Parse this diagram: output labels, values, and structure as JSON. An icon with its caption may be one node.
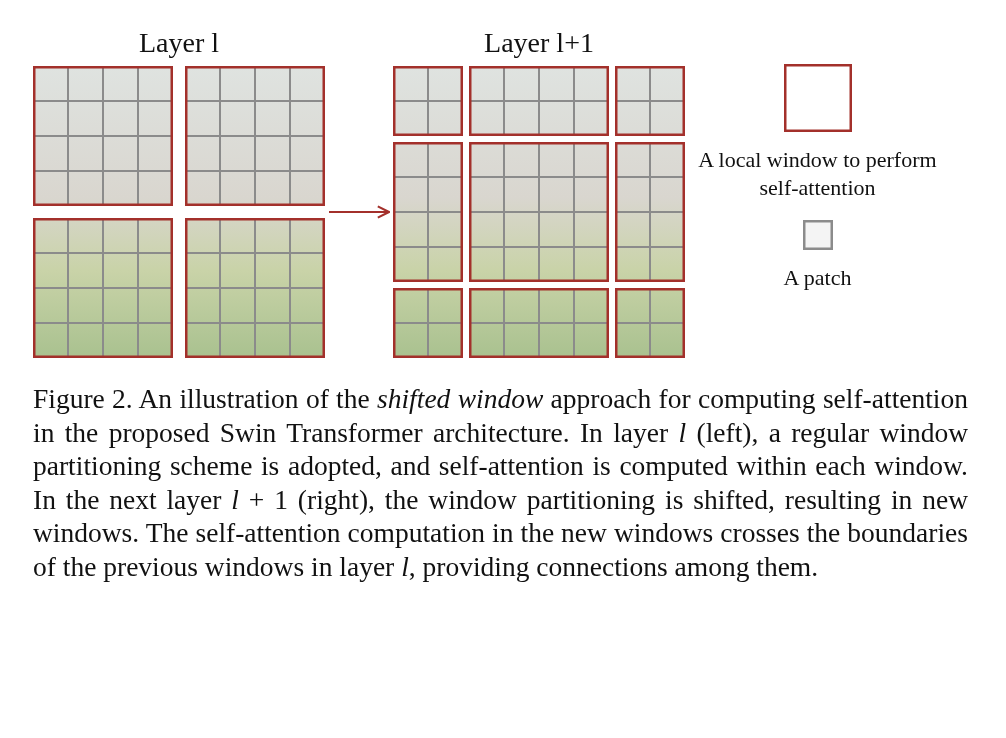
{
  "diagram": {
    "caption": "Figure 2. An illustration of the *shifted window* approach for computing self-attention in the proposed Swin Transformer architecture. In layer *l* (left), a regular window partitioning scheme is adopted, and self-attention is computed within each window. In the next layer *l* + 1 (right), the window partitioning is shifted, resulting in new windows. The self-attention computation in the new windows crosses the boundaries of the previous windows in layer *l*, providing connections among them.",
    "nodes": [
      {
        "text": [
          "Layer l"
        ]
      },
      {
        "text": [
          "Layer l+1"
        ]
      }
    ],
    "edges": [
      {
        "from": 0,
        "to": 1,
        "arrow": "to"
      }
    ],
    "legend": [
      {
        "text": "A local window to perform self-attention"
      },
      {
        "text": "A patch"
      }
    ]
  }
}
